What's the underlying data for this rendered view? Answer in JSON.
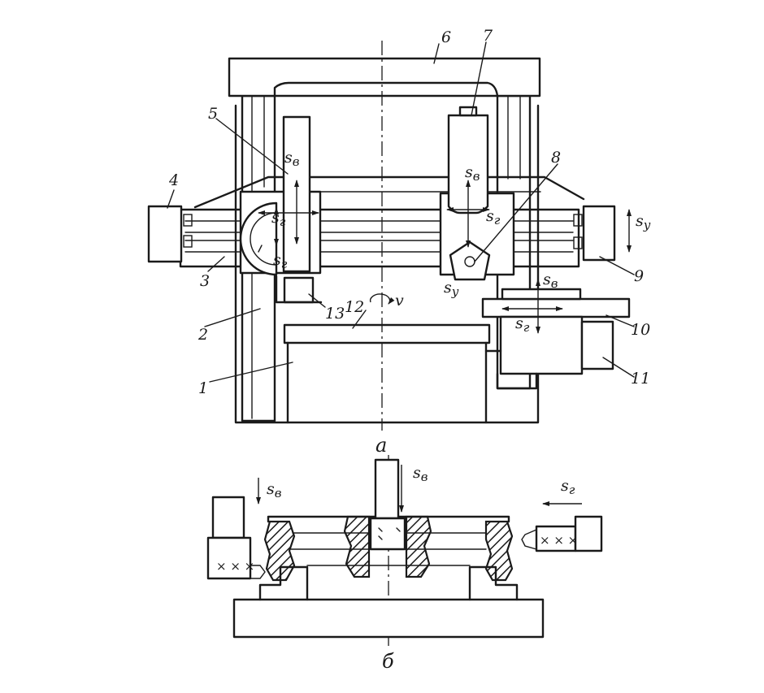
{
  "labels": {
    "n1": "1",
    "n2": "2",
    "n3": "3",
    "n4": "4",
    "n5": "5",
    "n6": "6",
    "n7": "7",
    "n8": "8",
    "n9": "9",
    "n10": "10",
    "n11": "11",
    "n12": "12",
    "n13": "13"
  },
  "feeds": {
    "sv": "s",
    "sv_sub": "в",
    "sg": "s",
    "sg_sub": "г",
    "sy": "s",
    "sy_sub": "у",
    "v": "v"
  },
  "captions": {
    "a": "а",
    "b": "б"
  }
}
